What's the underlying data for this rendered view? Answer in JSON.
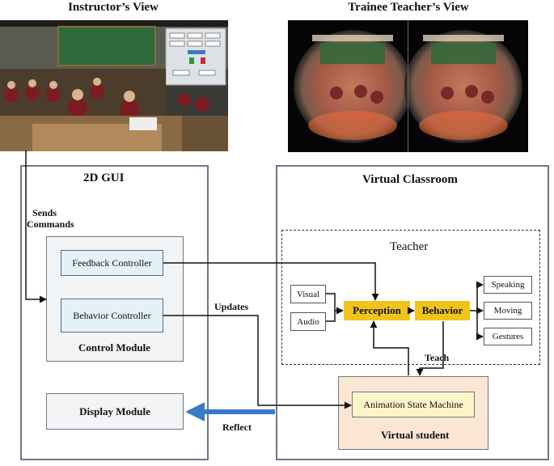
{
  "headers": {
    "instructor_view": "Instructor’s View",
    "trainee_view": "Trainee Teacher’s View"
  },
  "gui": {
    "title": "2D GUI",
    "sends_commands_line1": "Sends",
    "sends_commands_line2": "Commands",
    "feedback_controller": "Feedback Controller",
    "behavior_controller": "Behavior Controller",
    "control_module": "Control Module",
    "display_module": "Display Module"
  },
  "classroom": {
    "title": "Virtual Classroom",
    "teacher": "Teacher",
    "visual": "Visual",
    "audio": "Audio",
    "perception": "Perception",
    "behavior": "Behavior",
    "speaking": "Speaking",
    "moving": "Moving",
    "gestures": "Gestures",
    "teach": "Teach",
    "animation_state_machine": "Animation State Machine",
    "virtual_student": "Virtual student"
  },
  "flows": {
    "updates": "Updates",
    "reflect": "Reflect"
  },
  "colors": {
    "panel_border": "#6d7888",
    "controller_fill": "#e4f1f9",
    "highlight_yellow": "#f0c419",
    "student_fill": "#fbe6d4",
    "reflect_arrow": "#3a78c8"
  }
}
